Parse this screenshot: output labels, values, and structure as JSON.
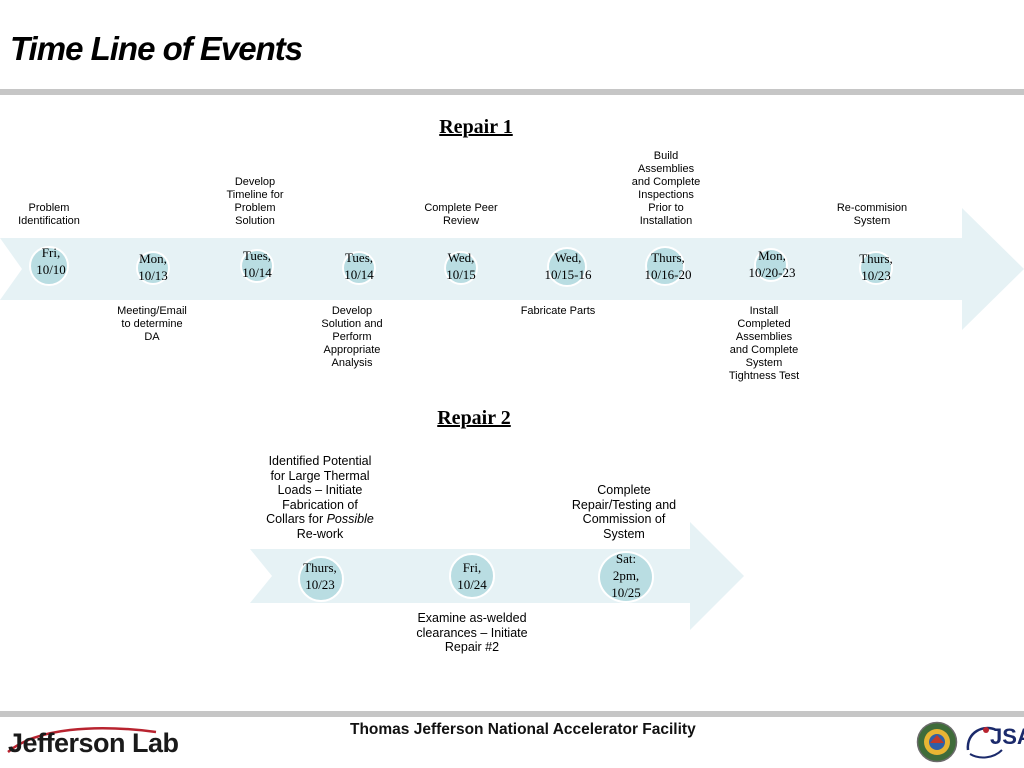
{
  "title": "Time Line of Events",
  "repair1": {
    "heading": "Repair 1",
    "dates": [
      "Fri,\n10/10",
      "Mon,\n10/13",
      "Tues,\n10/14",
      "Tues,\n10/14",
      "Wed,\n10/15",
      "Wed,\n10/15-16",
      "Thurs,\n10/16-20",
      "Mon,\n10/20-23",
      "Thurs,\n10/23"
    ],
    "labels": [
      "Problem\nIdentification",
      "Meeting/Email\nto determine\nDA",
      "Develop\nTimeline for\nProblem\nSolution",
      "Develop\nSolution and\nPerform\nAppropriate\nAnalysis",
      "Complete Peer\nReview",
      "Fabricate Parts",
      "Build\nAssemblies\nand Complete\nInspections\nPrior to\nInstallation",
      "Install\nCompleted\nAssemblies\nand Complete\nSystem\nTightness Test",
      "Re-commision\nSystem"
    ]
  },
  "repair2": {
    "heading": "Repair 2",
    "dates": [
      "Thurs,\n10/23",
      "Fri,\n10/24",
      "Sat:\n2pm,\n10/25"
    ],
    "label_identified_main": "Identified Potential\nfor Large Thermal\nLoads – Initiate\nFabrication of\nCollars for ",
    "label_identified_emph": "Possible",
    "label_identified_tail": "\nRe-work",
    "label_examine": "Examine as-welded\nclearances – Initiate\nRepair #2",
    "label_complete": "Complete\nRepair/Testing and\nCommission of\nSystem"
  },
  "footer": {
    "logo": "Jefferson Lab",
    "facility": "Thomas Jefferson National Accelerator Facility",
    "partner": "JSA"
  },
  "colors": {
    "arrow": "#e6f2f5",
    "circle": "#b9dde2",
    "rule": "#c6c6c6"
  }
}
